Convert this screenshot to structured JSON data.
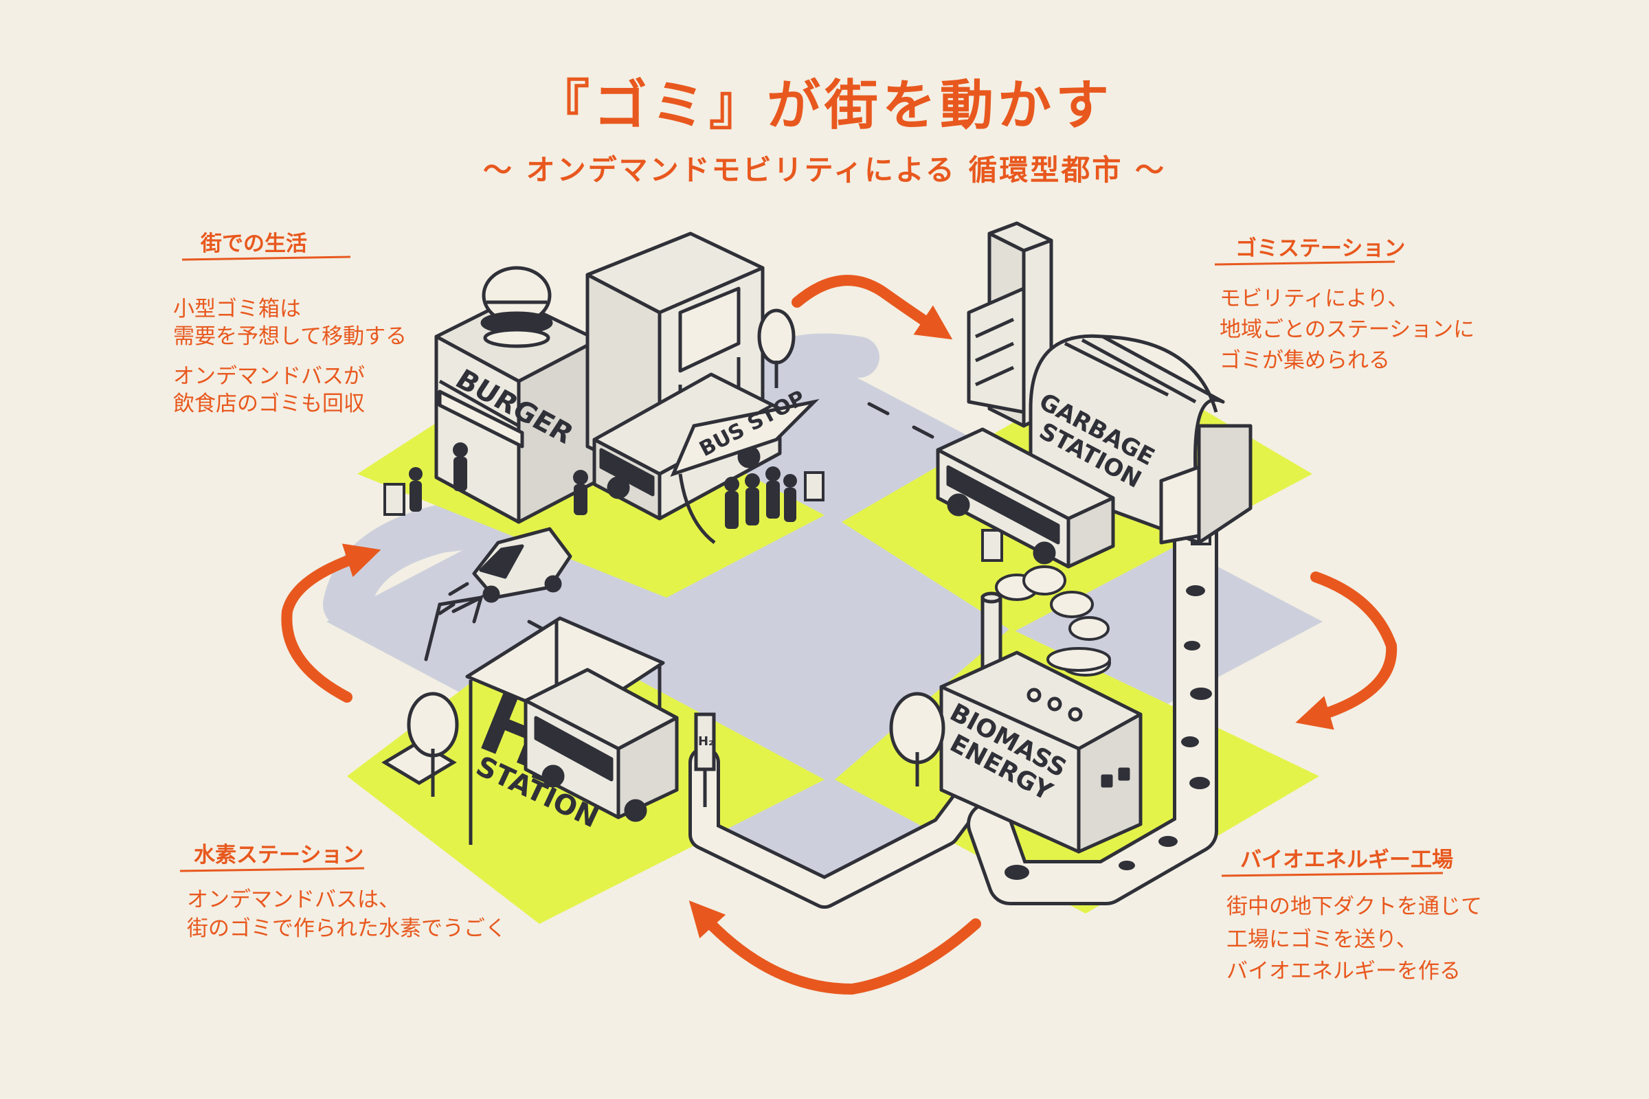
{
  "title": "『ゴミ』が街を動かす",
  "subtitle": "〜 オンデマンドモビリティによる 循環型都市 〜",
  "sections": {
    "life": {
      "heading": "街での生活",
      "lines": [
        "小型ゴミ箱は",
        "需要を予想して移動する",
        "オンデマンドバスが",
        "飲食店のゴミも回収"
      ]
    },
    "garbage": {
      "heading": "ゴミステーション",
      "lines": [
        "モビリティにより、",
        "地域ごとのステーションに",
        "ゴミが集められる"
      ]
    },
    "hydrogen": {
      "heading": "水素ステーション",
      "lines": [
        "オンデマンドバスは、",
        "街のゴミで作られた水素でうごく"
      ]
    },
    "biomass": {
      "heading": "バイオエネルギー工場",
      "lines": [
        "街中の地下ダクトを通じて",
        "工場にゴミを送り、",
        "バイオエネルギーを作る"
      ]
    }
  },
  "signs": {
    "burger": "BURGER",
    "bus_stop": "BUS STOP",
    "garbage_1": "GARBAGE",
    "garbage_2": "STATION",
    "h_letter": "H",
    "h_sub": "2",
    "h_station": "STATION",
    "h2_pump": "H₂",
    "biomass_1": "BIOMASS",
    "biomass_2": "ENERGY"
  },
  "colors": {
    "accent": "#e8581e",
    "lime": "#e4f34a",
    "road": "#cdd0dc",
    "background": "#f3efe4",
    "ink": "#2f3038"
  }
}
